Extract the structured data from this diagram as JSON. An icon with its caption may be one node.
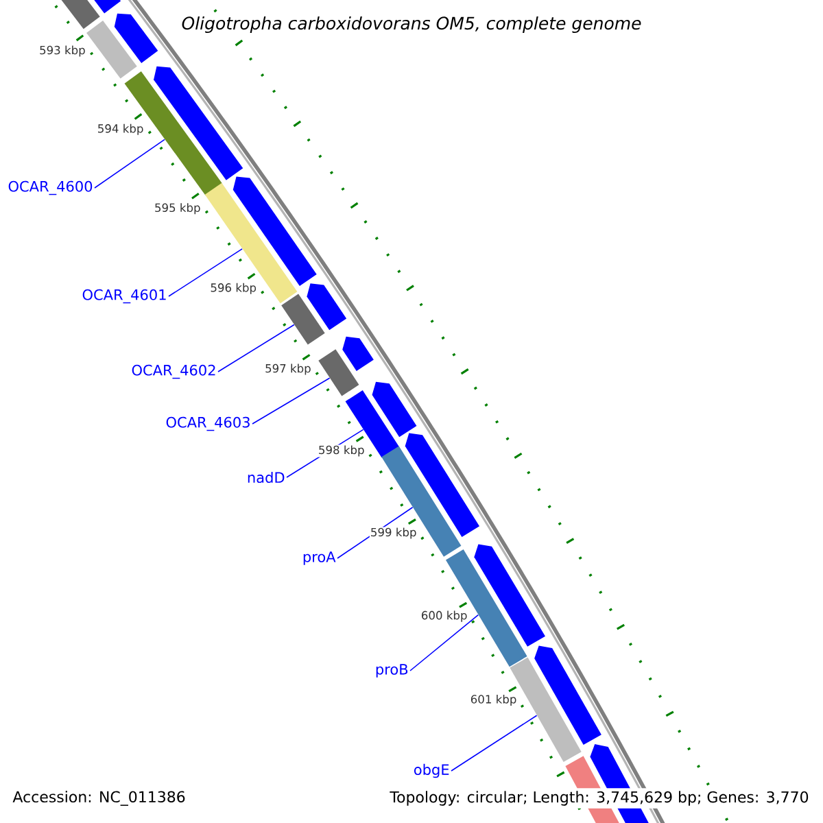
{
  "diagram": {
    "title": "Oligotropha carboxidovorans OM5, complete genome",
    "nodes": [
      {
        "text": [
          "OCAR_4600"
        ]
      },
      {
        "text": [
          "OCAR_4601"
        ]
      },
      {
        "text": [
          "OCAR_4602"
        ]
      },
      {
        "text": [
          "OCAR_4603"
        ]
      },
      {
        "text": [
          "nadD"
        ]
      },
      {
        "text": [
          "proA"
        ]
      },
      {
        "text": [
          "proB"
        ]
      },
      {
        "text": [
          "obgE"
        ]
      },
      {
        "text": [],
        "shape": "bar"
      },
      {
        "text": [],
        "shape": "bar"
      },
      {
        "text": [],
        "shape": "bar"
      },
      {
        "text": [],
        "shape": "bar"
      },
      {
        "text": [],
        "shape": "bar"
      },
      {
        "text": [],
        "shape": "bar"
      },
      {
        "text": [],
        "shape": "bar"
      },
      {
        "text": [],
        "shape": "bar"
      }
    ],
    "edges": [
      {
        "from": 0,
        "to": 8,
        "arrow": "none"
      },
      {
        "from": 1,
        "to": 9,
        "arrow": "none"
      },
      {
        "from": 2,
        "to": 10,
        "arrow": "none"
      },
      {
        "from": 3,
        "to": 11,
        "arrow": "none"
      },
      {
        "from": 4,
        "to": 12,
        "arrow": "none"
      },
      {
        "from": 5,
        "to": 13,
        "arrow": "none"
      },
      {
        "from": 6,
        "to": 14,
        "arrow": "none"
      },
      {
        "from": 7,
        "to": 15,
        "arrow": "none"
      }
    ],
    "labels": [
      "593 kbp",
      "594 kbp",
      "595 kbp",
      "596 kbp",
      "597 kbp",
      "598 kbp",
      "599 kbp",
      "600 kbp",
      "601 kbp",
      "Accession: NC_011386",
      "Topology: circular; Length: 3,745,629 bp; Genes: 3,770"
    ]
  }
}
